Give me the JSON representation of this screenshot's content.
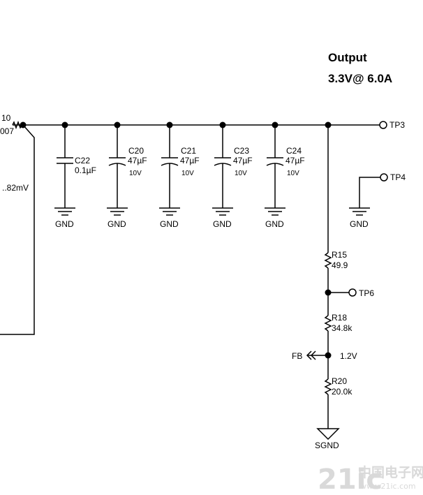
{
  "output": {
    "title": "Output",
    "rating": "3.3V@ 6.0A"
  },
  "left_fragment": {
    "top": "10",
    "mid": "007",
    "voltage": "..82mV"
  },
  "caps": [
    {
      "ref": "C22",
      "value": "0.1µF",
      "voltage": "",
      "gnd": "GND"
    },
    {
      "ref": "C20",
      "value": "47µF",
      "voltage": "10V",
      "gnd": "GND"
    },
    {
      "ref": "C21",
      "value": "47µF",
      "voltage": "10V",
      "gnd": "GND"
    },
    {
      "ref": "C23",
      "value": "47µF",
      "voltage": "10V",
      "gnd": "GND"
    },
    {
      "ref": "C24",
      "value": "47µF",
      "voltage": "10V",
      "gnd": "GND"
    }
  ],
  "test_points": {
    "tp3": "TP3",
    "tp4": "TP4",
    "tp6": "TP6",
    "tp4_gnd": "GND"
  },
  "resistors": [
    {
      "ref": "R15",
      "value": "49.9"
    },
    {
      "ref": "R18",
      "value": "34.8k"
    },
    {
      "ref": "R20",
      "value": "20.0k"
    }
  ],
  "feedback": {
    "label": "FB",
    "voltage": "1.2V"
  },
  "signal_ground": "SGND",
  "watermark": {
    "main": "21ic",
    "cn": "中国电子网",
    "url": "www.21ic.com"
  }
}
